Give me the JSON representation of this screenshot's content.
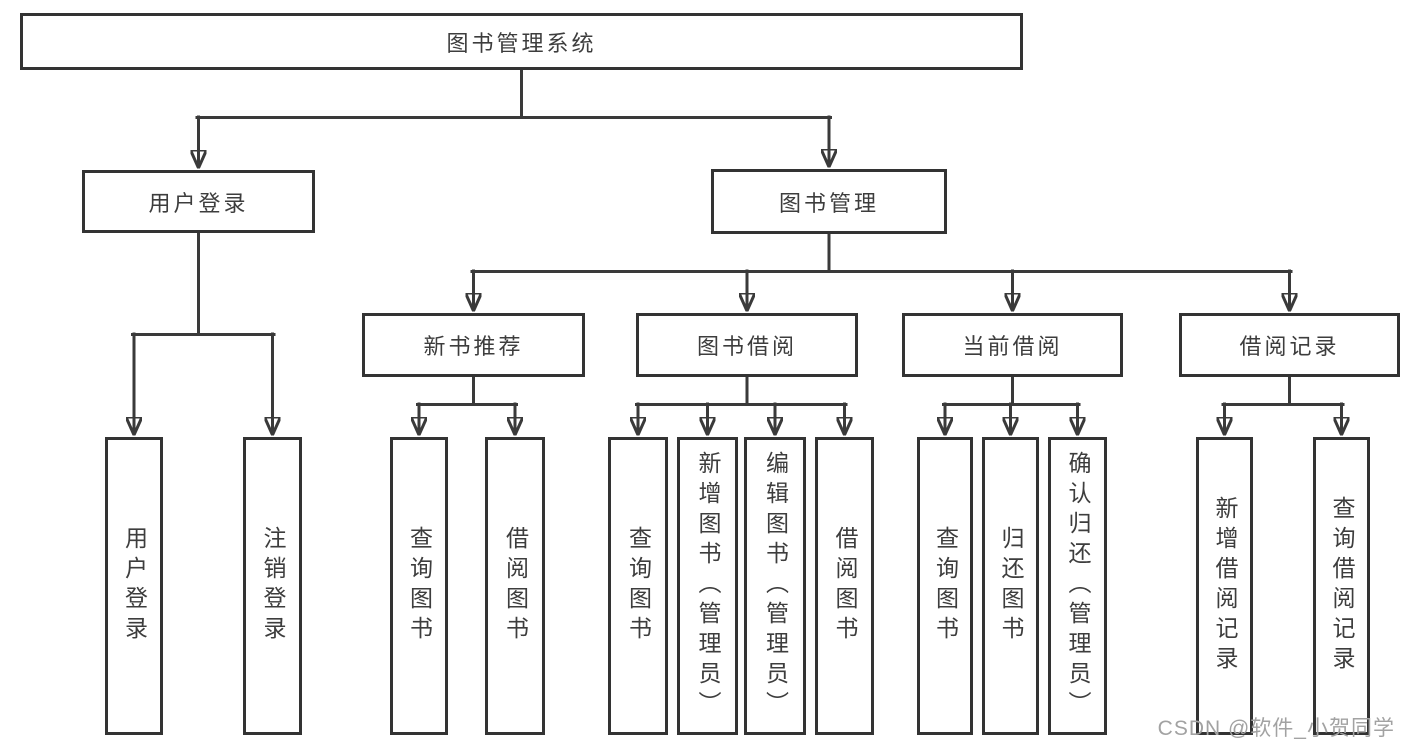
{
  "tree": {
    "root": {
      "label": "图书管理系统"
    },
    "login": {
      "label": "用户登录",
      "children": [
        {
          "label": "用户登录"
        },
        {
          "label": "注销登录"
        }
      ]
    },
    "mgmt": {
      "label": "图书管理",
      "groups": [
        {
          "label": "新书推荐",
          "children": [
            {
              "label": "查询图书"
            },
            {
              "label": "借阅图书"
            }
          ]
        },
        {
          "label": "图书借阅",
          "children": [
            {
              "label": "查询图书"
            },
            {
              "label": "新增图书（管理员）"
            },
            {
              "label": "编辑图书（管理员）"
            },
            {
              "label": "借阅图书"
            }
          ]
        },
        {
          "label": "当前借阅",
          "children": [
            {
              "label": "查询图书"
            },
            {
              "label": "归还图书"
            },
            {
              "label": "确认归还（管理员）"
            }
          ]
        },
        {
          "label": "借阅记录",
          "children": [
            {
              "label": "新增借阅记录"
            },
            {
              "label": "查询借阅记录"
            }
          ]
        }
      ]
    }
  },
  "watermark": "CSDN @软件_小贺同学",
  "colors": {
    "line": "#3a3a3a",
    "box_border": "#333333",
    "box_background": "#ffffff",
    "text": "#3d3d3d",
    "watermark_text": "#a2a2a2"
  }
}
